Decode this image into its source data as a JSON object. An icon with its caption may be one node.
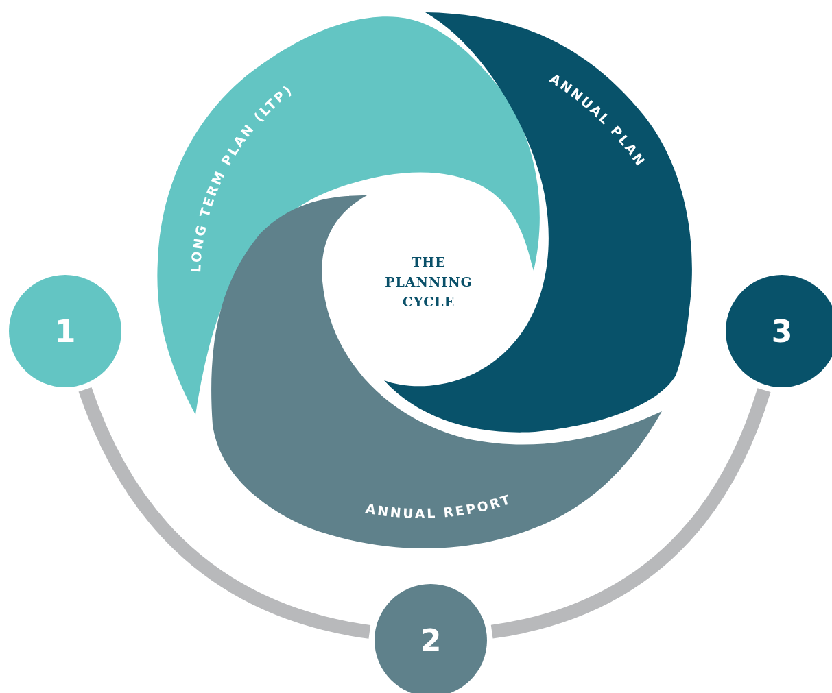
{
  "diagram": {
    "nodes": [
      {
        "text": [
          "LONG TERM PLAN (LTP)"
        ]
      },
      {
        "text": [
          "ANNUAL PLAN"
        ]
      },
      {
        "text": [
          "ANNUAL REPORT"
        ]
      },
      {
        "text": [
          "1"
        ]
      },
      {
        "text": [
          "2"
        ]
      },
      {
        "text": [
          "3"
        ]
      }
    ],
    "edges": [
      {
        "from": 3,
        "to": 4,
        "arrow": "none"
      },
      {
        "from": 4,
        "to": 5,
        "arrow": "none"
      }
    ],
    "labels": [
      "THE PLANNING CYCLE"
    ]
  }
}
